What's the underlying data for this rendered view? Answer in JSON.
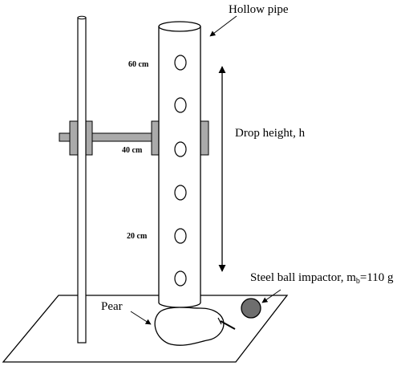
{
  "labels": {
    "hollow_pipe": "Hollow pipe",
    "drop_height": "Drop height, h",
    "mark_60": "60 cm",
    "mark_40": "40 cm",
    "mark_20": "20 cm",
    "steel_ball_prefix": "Steel ball impactor, m",
    "steel_ball_sub": "b",
    "steel_ball_suffix": "=110 g",
    "pear": "Pear"
  },
  "colors": {
    "stroke": "#000000",
    "clamp_gray": "#aaaaaa",
    "ball_gray": "#6e6e6e"
  }
}
